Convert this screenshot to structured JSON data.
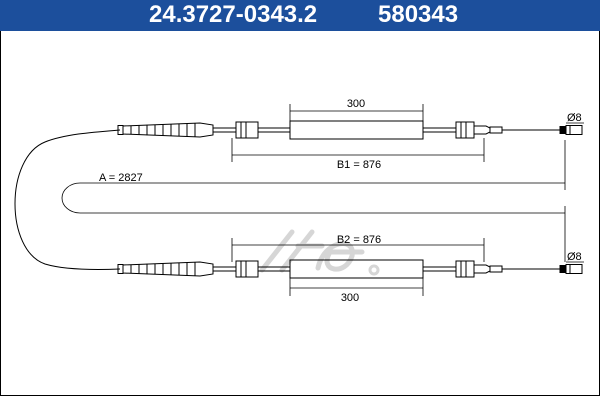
{
  "header": {
    "part_number": "24.3727-0343.2",
    "reference_number": "580343"
  },
  "dimensions": {
    "total_length": "A = 2827",
    "upper_section_length": "B1 = 876",
    "lower_section_length": "B2 = 876",
    "upper_sleeve_length": "300",
    "lower_sleeve_length": "300",
    "upper_end_diameter": "Ø8",
    "lower_end_diameter": "Ø8"
  },
  "colors": {
    "header_background": "#1c4f9c",
    "header_text": "#ffffff",
    "line": "#000000",
    "watermark": "#d8d8d8"
  }
}
